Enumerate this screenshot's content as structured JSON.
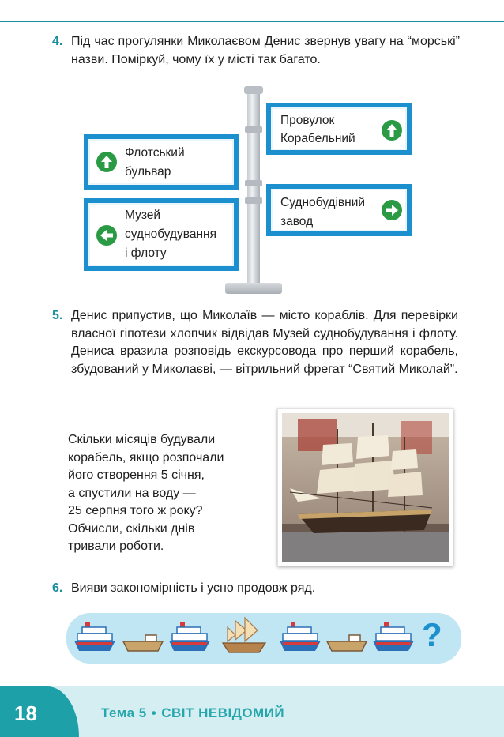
{
  "task4": {
    "number": "4.",
    "text": "Під час прогулянки Миколаєвом Денис звернув увагу на “морські” назви. Поміркуй, чому їх у місті так багато."
  },
  "signs": {
    "flotskyi_line1": "Флотський",
    "flotskyi_line2": "бульвар",
    "provulok_line1": "Провулок",
    "provulok_line2": "Корабельний",
    "sudno_line1": "Суднобудівний",
    "sudno_line2": "завод",
    "muzei_line1": "Музей",
    "muzei_line2": "суднобудування",
    "muzei_line3": "і флоту"
  },
  "task5": {
    "number": "5.",
    "text": "Денис припустив, що Миколаїв — місто кораблів. Для перевірки власної гіпотези хлопчик відвідав Музей суднобудування і флоту. Дениса вразила розповідь екскурсовода про перший корабель, збудований у Миколаєві, — вітрильний фрегат “Святий Миколай”.",
    "question_lines": [
      "Скільки місяців будували",
      "корабель, якщо розпочали",
      "його створення 5 січня,",
      "а спустили на воду —",
      "25 серпня того ж року?",
      "Обчисли, скільки днів",
      "тривали роботи."
    ]
  },
  "task6": {
    "number": "6.",
    "text": "Вияви закономірність і усно продовж ряд.",
    "question_mark": "?"
  },
  "footer": {
    "page_number": "18",
    "topic": "Тема 5",
    "separator": "•",
    "section": "СВІТ НЕВІДОМИЙ"
  },
  "colors": {
    "accent": "#1a8e9c",
    "sign_border": "#1c8fcf",
    "arrow_green": "#2a9b44"
  }
}
